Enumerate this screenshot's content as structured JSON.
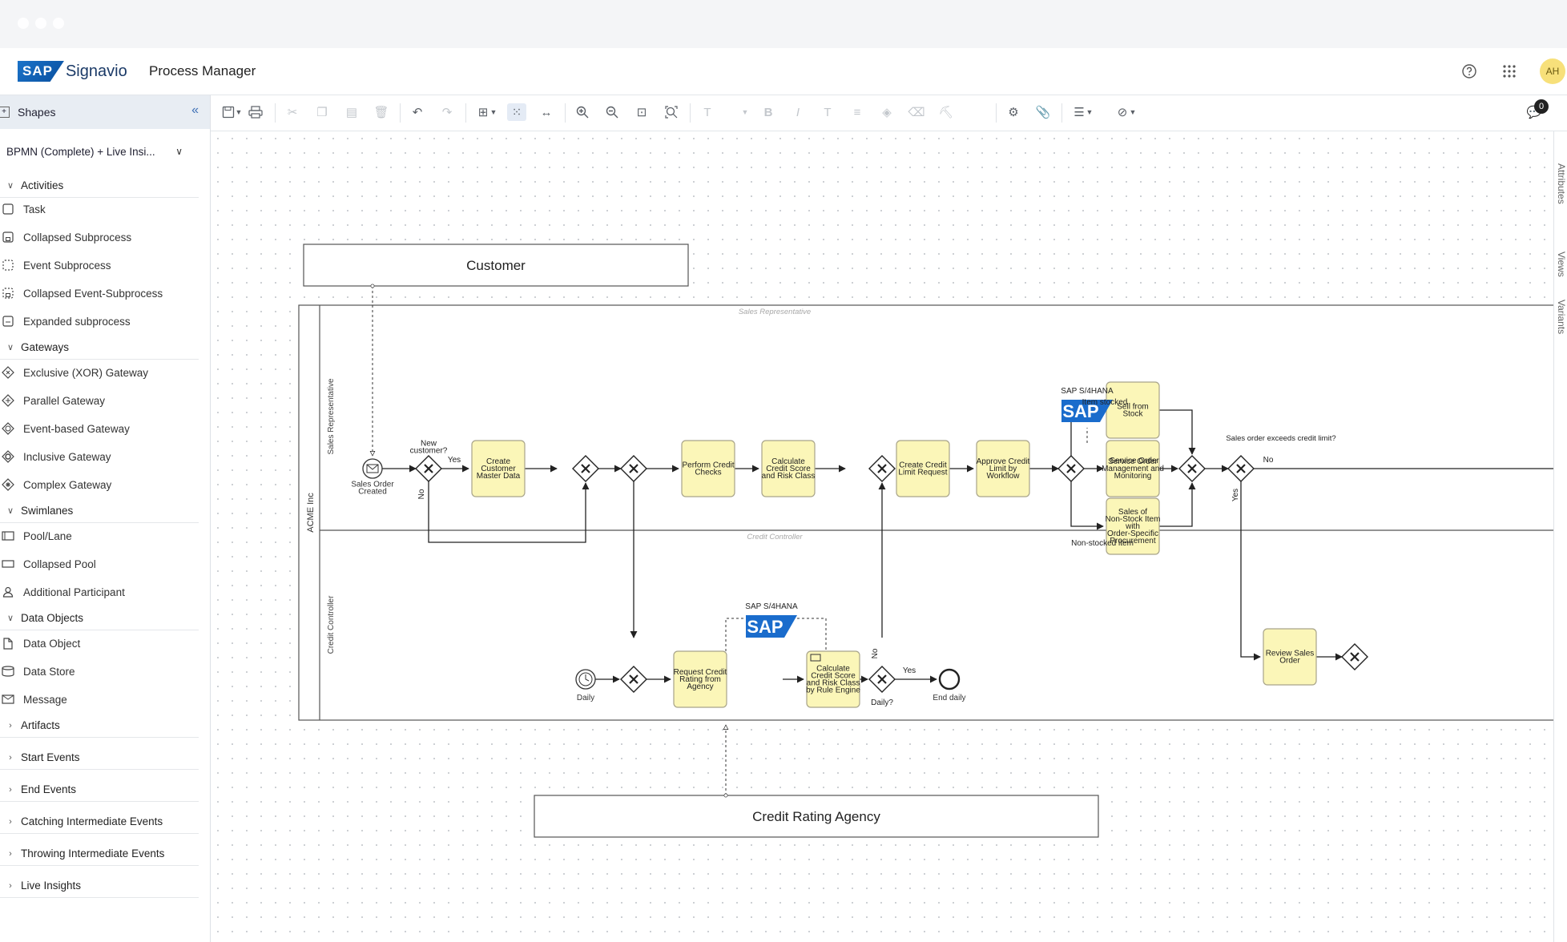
{
  "app": {
    "brand_mark": "SAP",
    "brand_name": "Signavio",
    "title": "Process Manager",
    "user_initials": "AH"
  },
  "colors": {
    "task_fill": "#fbf6b8",
    "task_stroke": "#a8a48a",
    "accent": "#2a6ebf",
    "sidebar_header": "#e8edf3"
  },
  "header_icons": [
    "help-icon",
    "app-grid-icon"
  ],
  "sidebar": {
    "header": "Shapes",
    "library": "BPMN (Complete) + Live Insi...",
    "categories": [
      {
        "label": "Activities",
        "expanded": true,
        "items": [
          "Task",
          "Collapsed Subprocess",
          "Event Subprocess",
          "Collapsed Event-Subprocess",
          "Expanded subprocess"
        ]
      },
      {
        "label": "Gateways",
        "expanded": true,
        "items": [
          "Exclusive (XOR) Gateway",
          "Parallel Gateway",
          "Event-based Gateway",
          "Inclusive Gateway",
          "Complex Gateway"
        ]
      },
      {
        "label": "Swimlanes",
        "expanded": true,
        "items": [
          "Pool/Lane",
          "Collapsed Pool",
          "Additional Participant"
        ]
      },
      {
        "label": "Data Objects",
        "expanded": true,
        "items": [
          "Data Object",
          "Data Store",
          "Message"
        ]
      },
      {
        "label": "Artifacts",
        "expanded": false,
        "items": []
      },
      {
        "label": "Start Events",
        "expanded": false,
        "items": []
      },
      {
        "label": "End Events",
        "expanded": false,
        "items": []
      },
      {
        "label": "Catching Intermediate Events",
        "expanded": false,
        "items": []
      },
      {
        "label": "Throwing Intermediate Events",
        "expanded": false,
        "items": []
      },
      {
        "label": "Live Insights",
        "expanded": false,
        "items": []
      }
    ]
  },
  "notifications_count": "0",
  "right_tabs": [
    "Attributes",
    "Views",
    "Variants"
  ],
  "diagram": {
    "pools": {
      "customer": "Customer",
      "credit_agency": "Credit Rating Agency",
      "main": "ACME Inc"
    },
    "lanes": {
      "sales": "Sales Representative",
      "credit": "Credit Controller"
    },
    "tasks": {
      "create_customer": "Create Customer Master Data",
      "perform_checks": "Perform Credit Checks",
      "calc_score": "Calculate Credit Score and Risk Class",
      "create_limit": "Create Credit Limit Request",
      "approve_limit": "Approve Credit Limit by Workflow",
      "sell_stock": "Sell from Stock",
      "service_order": "Service Order Management and Monitoring",
      "non_stock": "Sales of Non-Stock Item with Order-Specific Procurement",
      "review_order": "Review Sales Order",
      "request_rating": "Request Credit Rating from Agency",
      "calc_rule": "Calculate Credit Score and Risk Class by Rule Engine"
    },
    "events": {
      "start": "Sales Order Created",
      "daily": "Daily",
      "end_daily": "End daily"
    },
    "labels": {
      "new_customer": "New customer?",
      "yes": "Yes",
      "no": "No",
      "item_stocked": "Item stocked",
      "service_order": "Service Order",
      "non_stocked": "Non-stocked item",
      "exceeds": "Sales order exceeds credit limit?",
      "daily_q": "Daily?",
      "system": "SAP S/4HANA",
      "sap": "SAP"
    }
  }
}
